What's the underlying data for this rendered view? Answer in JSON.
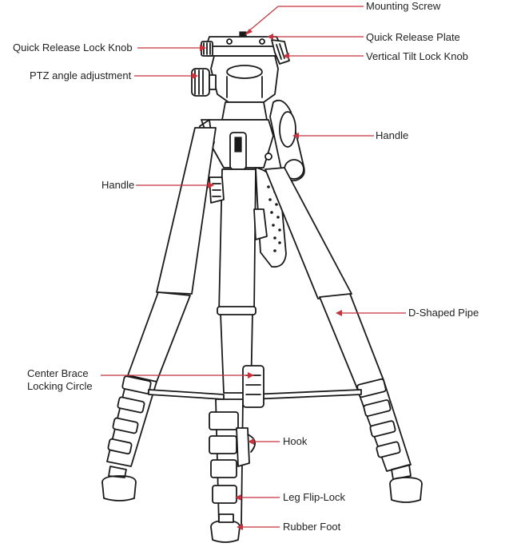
{
  "labels": {
    "mounting_screw": "Mounting Screw",
    "quick_release_plate": "Quick Release Plate",
    "quick_release_lock_knob": "Quick Release Lock Knob",
    "vertical_tilt_lock_knob": "Vertical Tilt Lock Knob",
    "ptz_angle_adjustment": "PTZ angle adjustment",
    "handle_right": "Handle",
    "handle_left": "Handle",
    "d_shaped_pipe": "D-Shaped Pipe",
    "center_brace_locking_circle": "Center Brace Locking Circle",
    "hook": "Hook",
    "leg_flip_lock": "Leg Flip-Lock",
    "rubber_foot": "Rubber Foot"
  },
  "colors": {
    "leader_line": "#c8323c",
    "drawing": "#1a1a1a",
    "text": "#222222"
  }
}
